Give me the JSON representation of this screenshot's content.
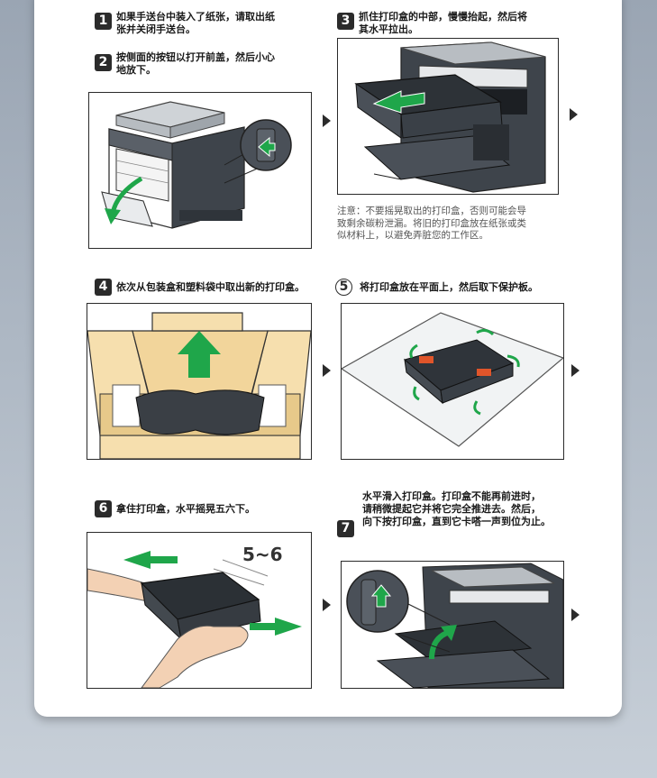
{
  "steps": {
    "s1": {
      "num": "1",
      "text_line1": "如果手送台中装入了纸张，请取出纸",
      "text_line2": "张并关闭手送台。"
    },
    "s2": {
      "num": "2",
      "text_line1": "按侧面的按钮以打开前盖，然后小心",
      "text_line2": "地放下。"
    },
    "s3": {
      "num": "3",
      "text_line1": "抓住打印盒的中部，慢慢抬起，然后将",
      "text_line2": "其水平拉出。"
    },
    "s3_note": {
      "line1": "注意：不要摇晃取出的打印盒，否则可能会导",
      "line2": "致剩余碳粉泄漏。将旧的打印盒放在纸张或类",
      "line3": "似材料上，以避免弄脏您的工作区。"
    },
    "s4": {
      "num": "4",
      "text": "依次从包装盒和塑料袋中取出新的打印盒。"
    },
    "s5": {
      "num": "5",
      "text": "将打印盒放在平面上，然后取下保护板。"
    },
    "s6": {
      "num": "6",
      "text": "拿住打印盒，水平摇晃五六下。",
      "shake_count": "5~6"
    },
    "s7": {
      "num": "7",
      "intro_line1": "水平滑入打印盒。打印盒不能再前进时，",
      "intro_line2": "请稍微提起它并将它完全推进去。然后，",
      "intro_line3": "向下按打印盒，直到它卡嗒一声到位为止。"
    }
  },
  "colors": {
    "accent_green": "#1fa64a",
    "box_tan": "#f6dfae",
    "device_dark": "#3e444b",
    "tab_orange": "#e0552a"
  }
}
